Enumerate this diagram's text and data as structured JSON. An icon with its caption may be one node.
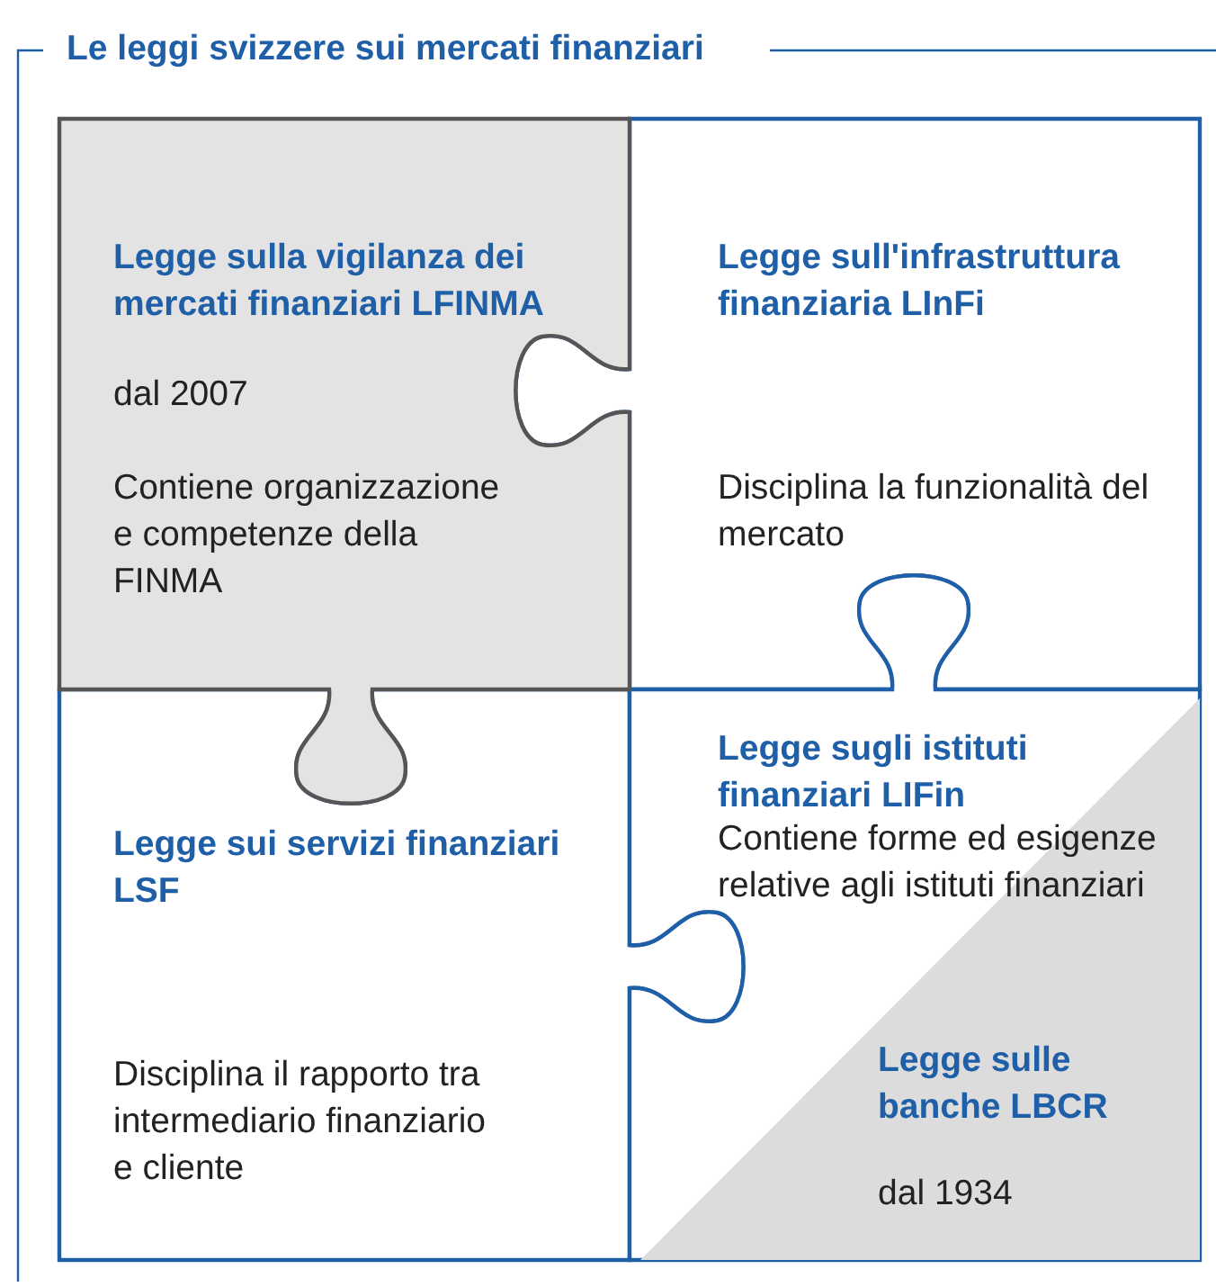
{
  "diagram": {
    "title": "Le leggi svizzere sui mercati finanziari",
    "nodes": [
      {
        "text": [
          "Legge sulla vigilanza dei mercati finanziari LFINMA",
          "dal 2007",
          "Contiene organizzazione e competenze della FINMA"
        ]
      },
      {
        "text": [
          "Legge sull'infrastruttura finanziaria LInFi",
          "Disciplina la funzionalità del mercato"
        ]
      },
      {
        "text": [
          "Legge sui servizi finanziari LSF",
          "Disciplina il rapporto tra intermediario finanziario e cliente"
        ]
      },
      {
        "text": [
          "Legge sugli istituti finanziari LIFin",
          "Contiene forme ed esigenze relative agli istituti finanziari"
        ]
      },
      {
        "text": [
          "Legge sulle banche LBCR",
          "dal 1934"
        ],
        "in": 3
      }
    ],
    "edges": []
  }
}
